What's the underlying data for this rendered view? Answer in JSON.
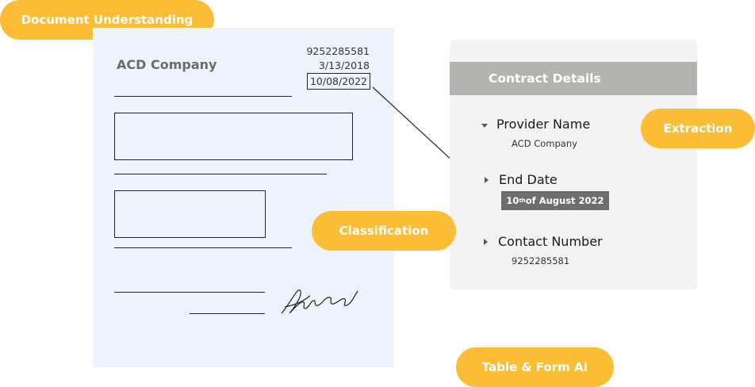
{
  "labels": {
    "document_understanding": "Document Understanding",
    "classification": "Classification",
    "extraction": "Extraction",
    "table_form_ai": "Table & Form AI"
  },
  "document": {
    "company": "ACD Company",
    "phone": "9252285581",
    "date1": "3/13/2018",
    "date2": "10/08/2022"
  },
  "panel": {
    "title": "Contract Details",
    "fields": [
      {
        "label": "Provider Name",
        "value": "ACD Company"
      },
      {
        "label": "End Date",
        "value_num": "10",
        "value_sup": "th",
        "value_rest": "of August 2022"
      },
      {
        "label": "Contact Number",
        "value": "9252285581"
      }
    ]
  },
  "colors": {
    "pill": "#fbbd35",
    "document_bg": "#eef4fd",
    "panel_bg": "#f3f3f3",
    "panel_header": "#b4b3b0",
    "highlight": "#6d6d6d"
  }
}
